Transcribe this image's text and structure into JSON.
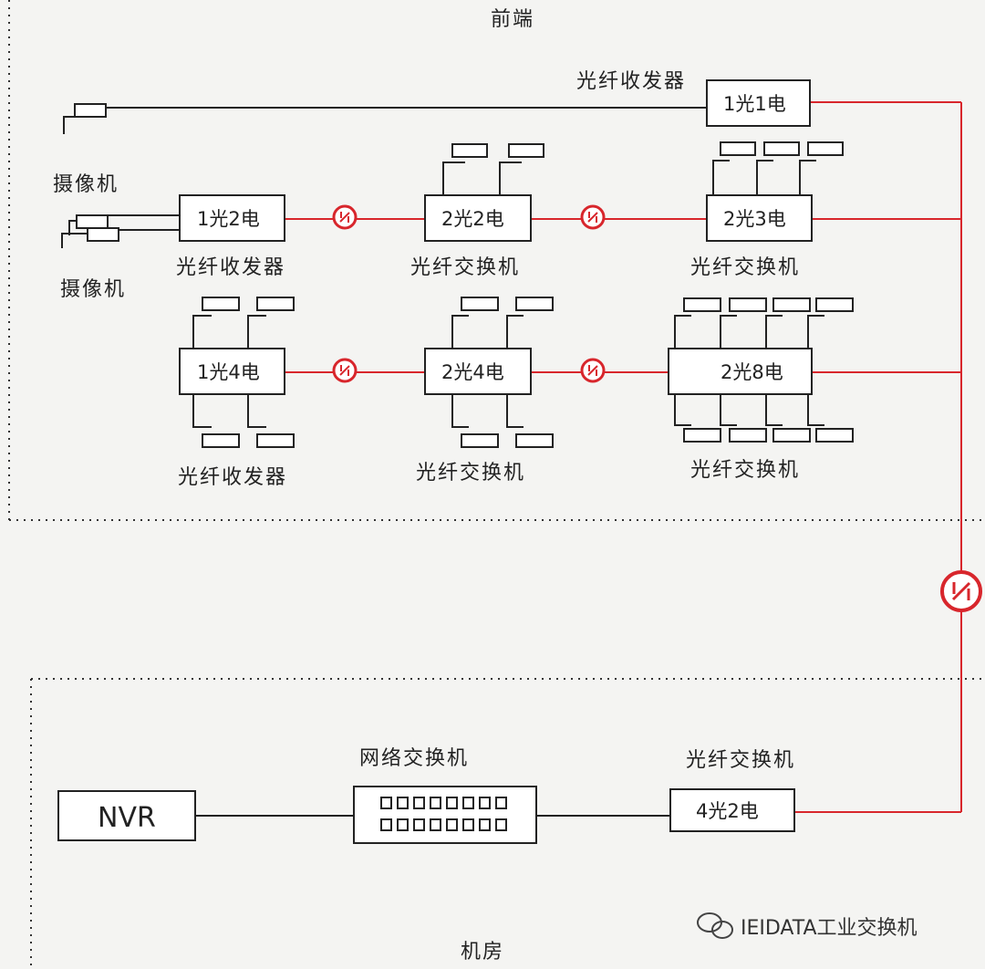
{
  "zones": {
    "front_end": "前端",
    "machine_room": "机房"
  },
  "cameras": {
    "label_upper": "摄像机",
    "label_lower": "摄像机"
  },
  "devices": {
    "top_transceiver_label": "光纤收发器",
    "row1": {
      "transceiver_box": "1光2电",
      "transceiver_label": "光纤收发器",
      "switch_a_box": "2光2电",
      "switch_a_label": "光纤交换机",
      "switch_b_box": "2光3电",
      "switch_b_label": "光纤交换机"
    },
    "row2": {
      "transceiver_box": "1光4电",
      "transceiver_label": "光纤收发器",
      "switch_a_box": "2光4电",
      "switch_a_label": "光纤交换机",
      "switch_b_box": "2光8电",
      "switch_b_label": "光纤交换机"
    },
    "top_box": "1光1电",
    "room": {
      "nvr": "NVR",
      "network_switch_label": "网络交换机",
      "fiber_switch_label": "光纤交换机",
      "fiber_switch_box": "4光2电"
    }
  },
  "watermark": "IEIDATA工业交换机",
  "colors": {
    "fiber": "#d8262c",
    "line": "#222222",
    "background": "#f4f4f2"
  }
}
